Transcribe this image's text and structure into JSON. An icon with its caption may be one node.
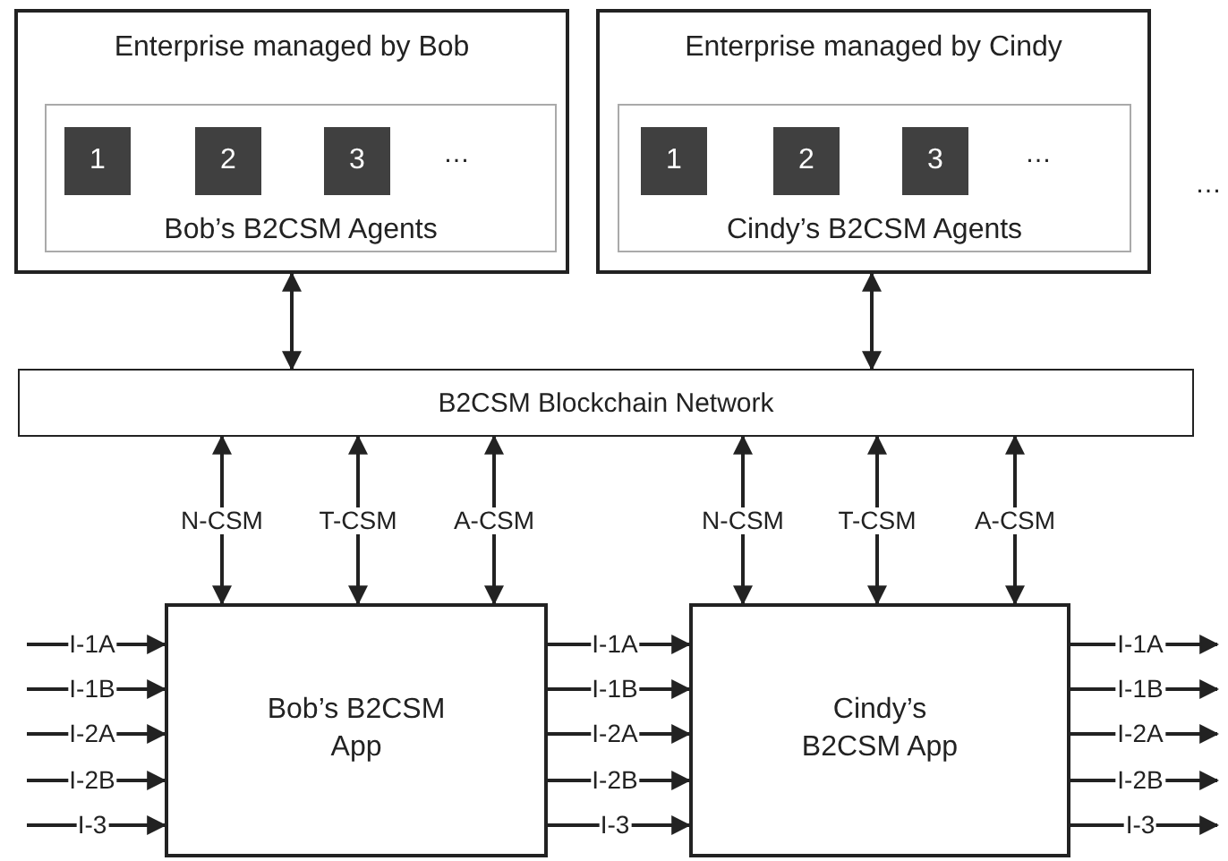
{
  "diagram": {
    "nodes": [
      {
        "text": [
          "Enterprise managed by Bob"
        ]
      },
      {
        "text": [
          "Bob’s B2CSM Agents"
        ],
        "in": 0
      },
      {
        "text": [
          "1"
        ],
        "in": 1
      },
      {
        "text": [
          "2"
        ],
        "in": 1
      },
      {
        "text": [
          "3"
        ],
        "in": 1
      },
      {
        "text": [
          "Enterprise managed by Cindy"
        ]
      },
      {
        "text": [
          "Cindy’s B2CSM Agents"
        ],
        "in": 5
      },
      {
        "text": [
          "1"
        ],
        "in": 6
      },
      {
        "text": [
          "2"
        ],
        "in": 6
      },
      {
        "text": [
          "3"
        ],
        "in": 6
      },
      {
        "text": [
          "B2CSM Blockchain Network"
        ]
      },
      {
        "text": [
          "Bob’s B2CSM App"
        ]
      },
      {
        "text": [
          "Cindy’s B2CSM App"
        ]
      }
    ],
    "edges": [
      {
        "from": 0,
        "to": 10,
        "arrow": "both"
      },
      {
        "from": 5,
        "to": 10,
        "arrow": "both"
      },
      {
        "from": 10,
        "to": 11,
        "arrow": "both",
        "label": "N-CSM"
      },
      {
        "from": 10,
        "to": 11,
        "arrow": "both",
        "label": "T-CSM"
      },
      {
        "from": 10,
        "to": 11,
        "arrow": "both",
        "label": "A-CSM"
      },
      {
        "from": 10,
        "to": 12,
        "arrow": "both",
        "label": "N-CSM"
      },
      {
        "from": 10,
        "to": 12,
        "arrow": "both",
        "label": "T-CSM"
      },
      {
        "from": 10,
        "to": 12,
        "arrow": "both",
        "label": "A-CSM"
      },
      {
        "from": null,
        "to": 11,
        "arrow": "to",
        "label": "I-1A"
      },
      {
        "from": null,
        "to": 11,
        "arrow": "to",
        "label": "I-1B"
      },
      {
        "from": null,
        "to": 11,
        "arrow": "to",
        "label": "I-2A"
      },
      {
        "from": null,
        "to": 11,
        "arrow": "to",
        "label": "I-2B"
      },
      {
        "from": null,
        "to": 11,
        "arrow": "to",
        "label": "I-3"
      },
      {
        "from": 11,
        "to": 12,
        "arrow": "to",
        "label": "I-1A"
      },
      {
        "from": 11,
        "to": 12,
        "arrow": "to",
        "label": "I-1B"
      },
      {
        "from": 11,
        "to": 12,
        "arrow": "to",
        "label": "I-2A"
      },
      {
        "from": 11,
        "to": 12,
        "arrow": "to",
        "label": "I-2B"
      },
      {
        "from": 11,
        "to": 12,
        "arrow": "to",
        "label": "I-3"
      },
      {
        "from": 12,
        "to": null,
        "arrow": "to",
        "label": "I-1A"
      },
      {
        "from": 12,
        "to": null,
        "arrow": "to",
        "label": "I-1B"
      },
      {
        "from": 12,
        "to": null,
        "arrow": "to",
        "label": "I-2A"
      },
      {
        "from": 12,
        "to": null,
        "arrow": "to",
        "label": "I-2B"
      },
      {
        "from": 12,
        "to": null,
        "arrow": "to",
        "label": "I-3"
      }
    ],
    "labels": [
      "…",
      "…",
      "…"
    ]
  }
}
